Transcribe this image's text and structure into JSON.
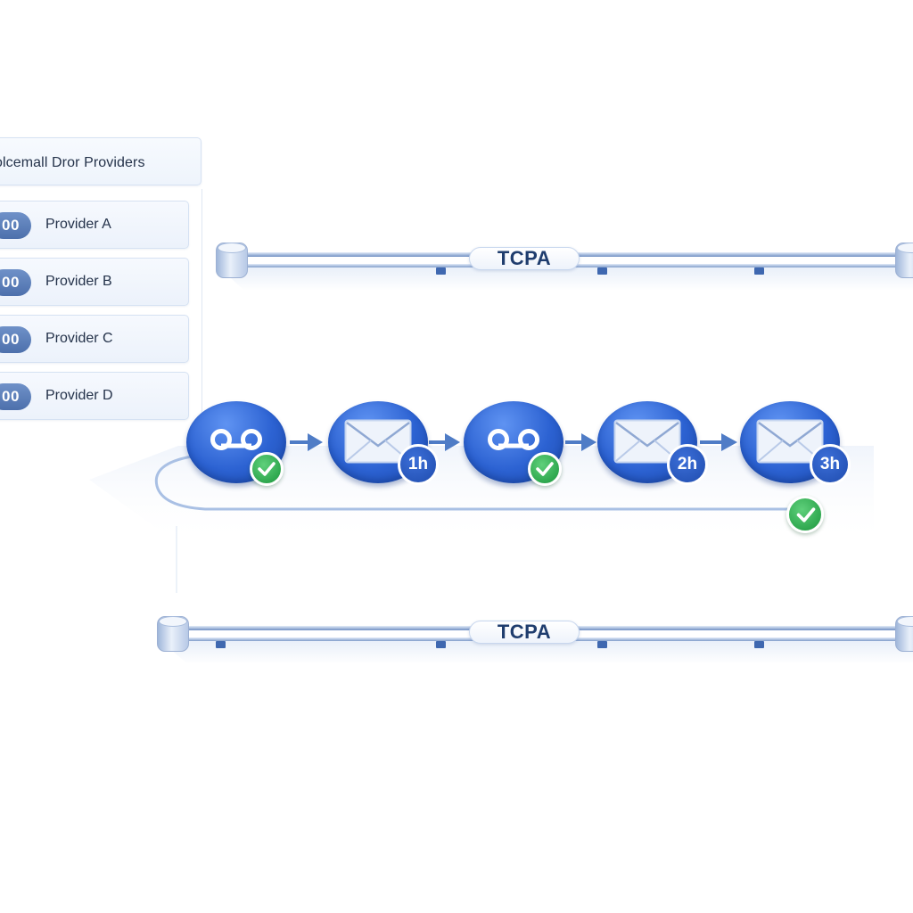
{
  "providers_panel": {
    "title": "olcemall Dror Providers",
    "items": [
      {
        "badge": "00",
        "label": "Provider A"
      },
      {
        "badge": "00",
        "label": "Provider B"
      },
      {
        "badge": "00",
        "label": "Provider C"
      },
      {
        "badge": "00",
        "label": "Provider D"
      }
    ]
  },
  "rails": {
    "top_label": "TCPA",
    "bottom_label": "TCPA"
  },
  "sequence": {
    "steps": [
      {
        "kind": "voicemail-drop",
        "icon": "voicemail-icon",
        "status": "check-icon"
      },
      {
        "kind": "email",
        "icon": "envelope-icon",
        "delay": "1h"
      },
      {
        "kind": "voicemail-drop",
        "icon": "voicemail-icon",
        "status": "check-icon"
      },
      {
        "kind": "email",
        "icon": "envelope-icon",
        "delay": "2h"
      },
      {
        "kind": "email",
        "icon": "envelope-icon",
        "delay": "3h"
      }
    ],
    "loop_status": "check-icon"
  },
  "colors": {
    "accent_blue": "#2c62d2",
    "success_green": "#2fa84f",
    "tcpa_text": "#1f3d6e",
    "rail": "#9db4d9"
  }
}
